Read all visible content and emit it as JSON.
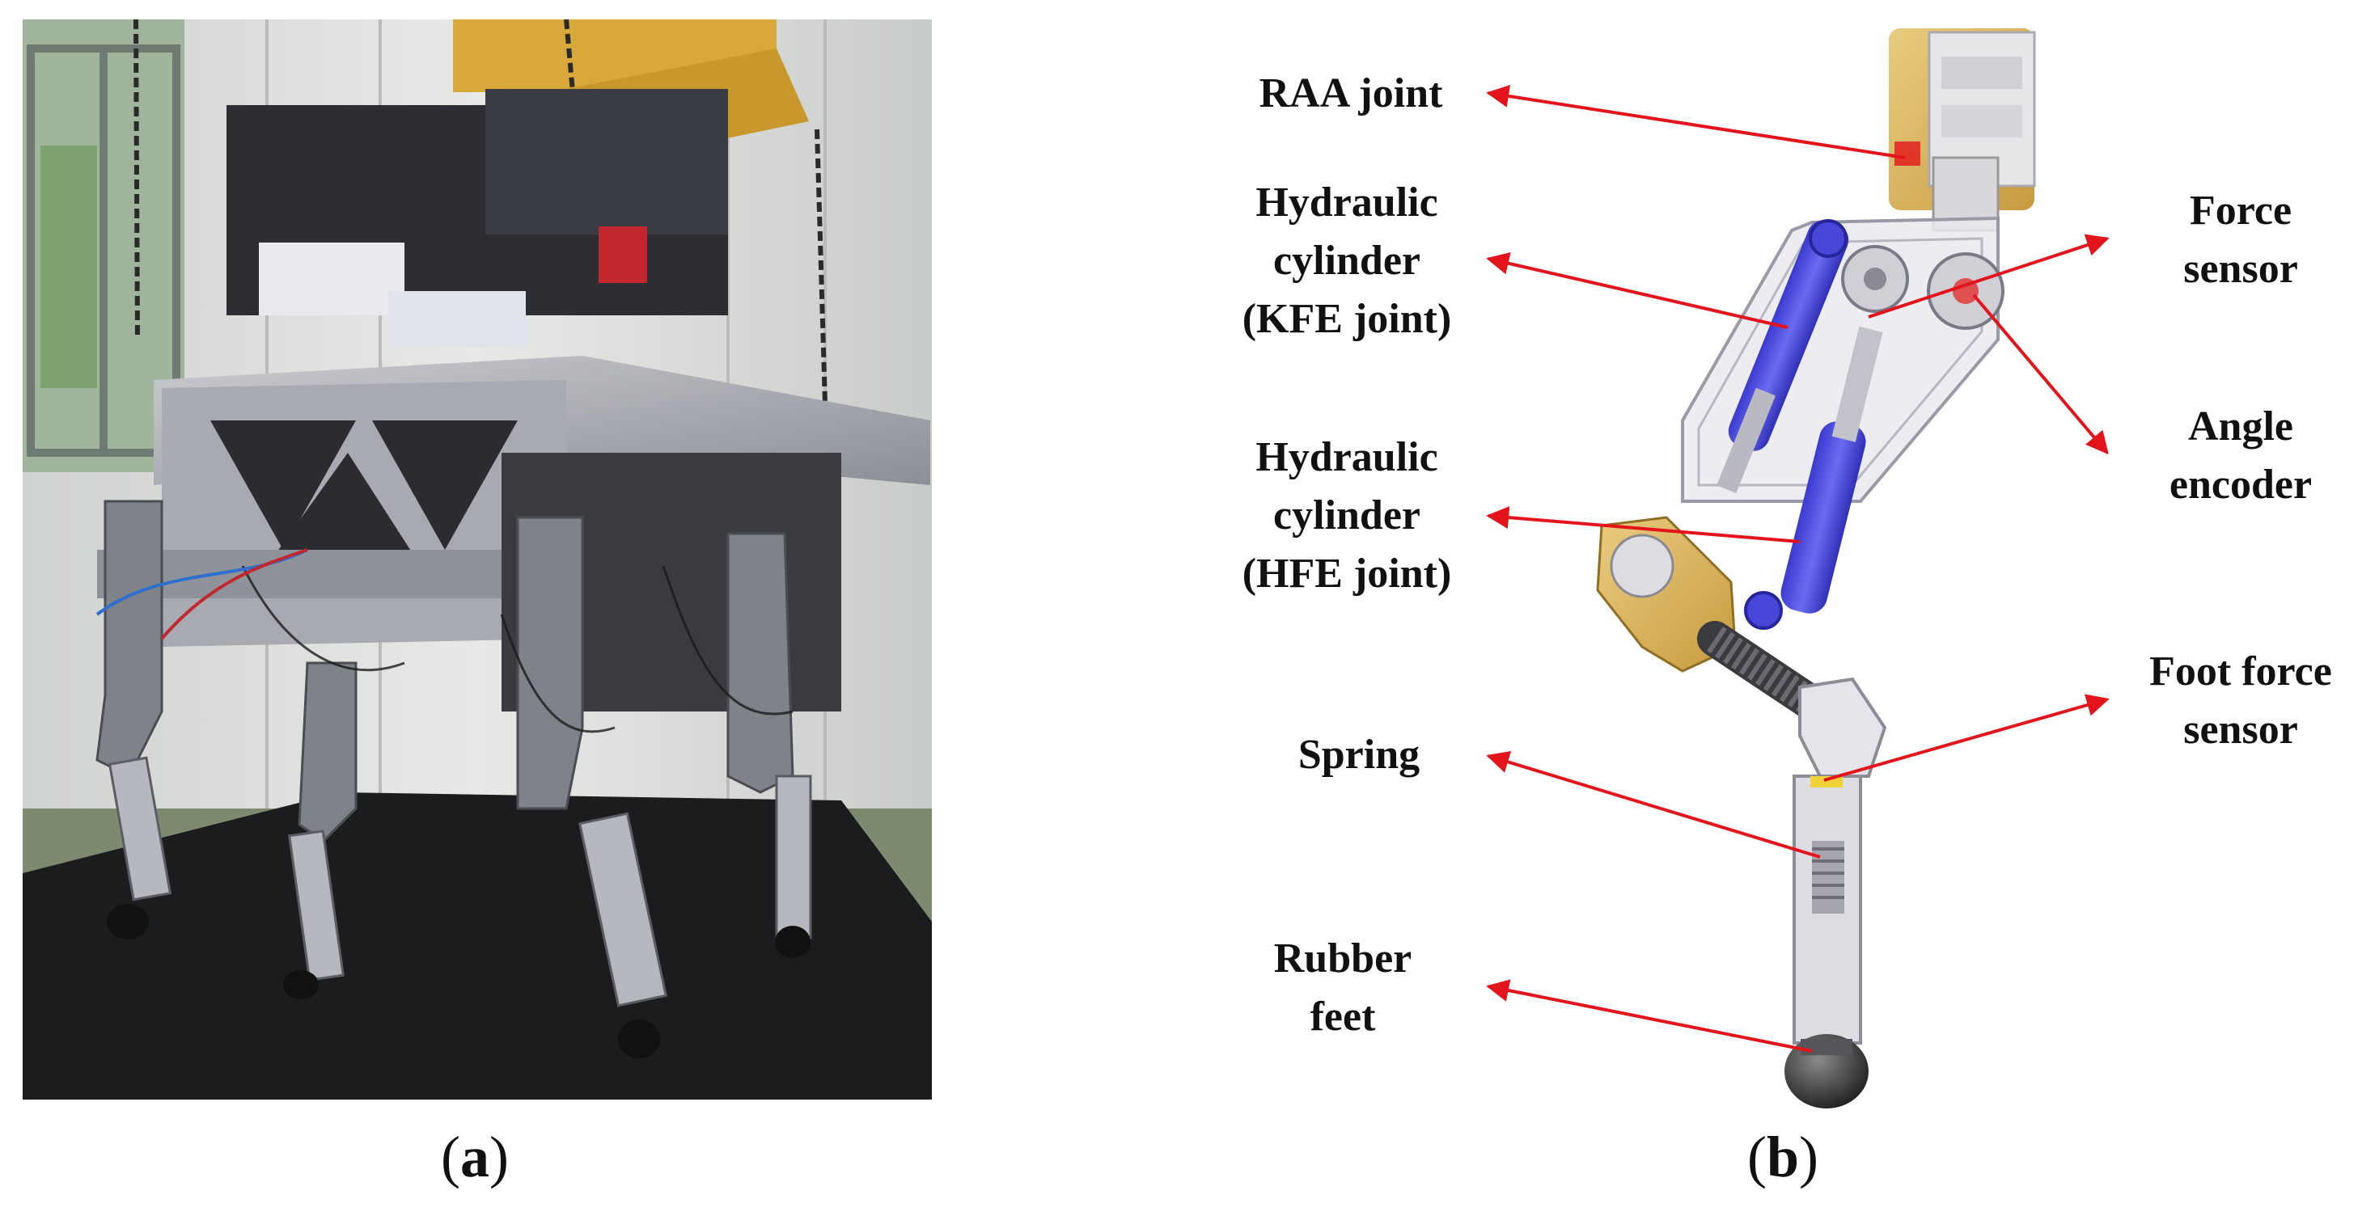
{
  "panels": {
    "a": {
      "caption_open": "(",
      "caption_letter": "a",
      "caption_close": ")"
    },
    "b": {
      "caption_open": "(",
      "caption_letter": "b",
      "caption_close": ")"
    }
  },
  "labels": {
    "raa_joint": "RAA joint",
    "kfe_cylinder": "Hydraulic\ncylinder\n(KFE joint)",
    "hfe_cylinder": "Hydraulic\ncylinder\n(HFE joint)",
    "spring": "Spring",
    "rubber_feet": "Rubber\nfeet",
    "force_sensor": "Force\nsensor",
    "angle_encoder": "Angle\nencoder",
    "foot_force_sensor": "Foot force\nsensor"
  },
  "colors": {
    "arrow": "#e3141b",
    "cylinder": "#4f4fe0",
    "gold": "#d9b35a",
    "frame": "#e8e8ec",
    "mat": "#1b1c1e"
  }
}
